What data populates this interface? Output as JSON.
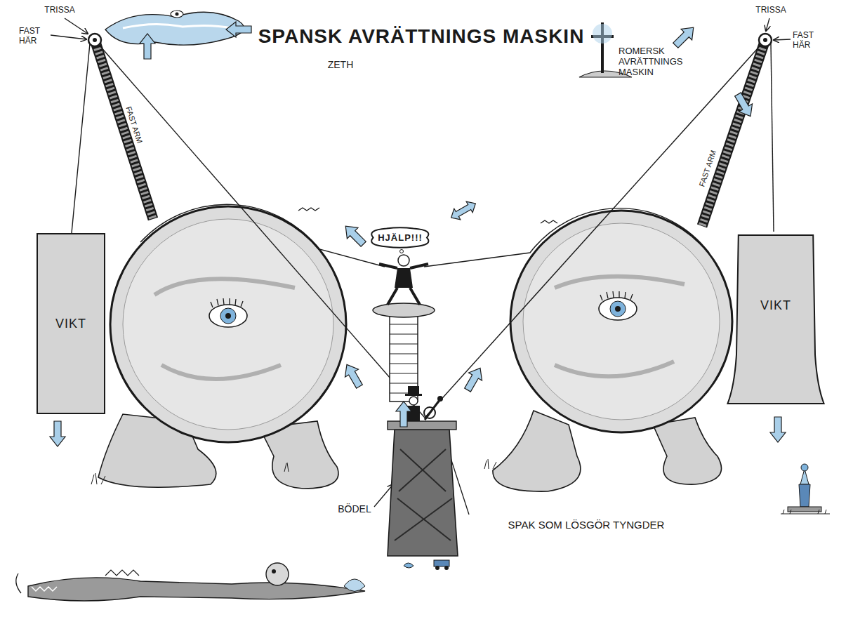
{
  "diagram": {
    "title": "SPANSK AVRÄTTNINGS MASKIN",
    "nodes": [
      {
        "text": [
          "VIKT"
        ]
      },
      {
        "text": [
          "HJÄLP!!!"
        ]
      },
      {
        "text": [
          "VIKT"
        ]
      }
    ],
    "labels": [
      "ZETH",
      "TRISSA",
      "FAST HÄR",
      "FAST ARM",
      "ROMERSK AVRÄTTNINGS MASKIN",
      "TRISSA",
      "FAST HÄR",
      "FAST ARM",
      "BÖDEL",
      "SPAK SOM LÖSGÖR TYNGDER"
    ]
  }
}
